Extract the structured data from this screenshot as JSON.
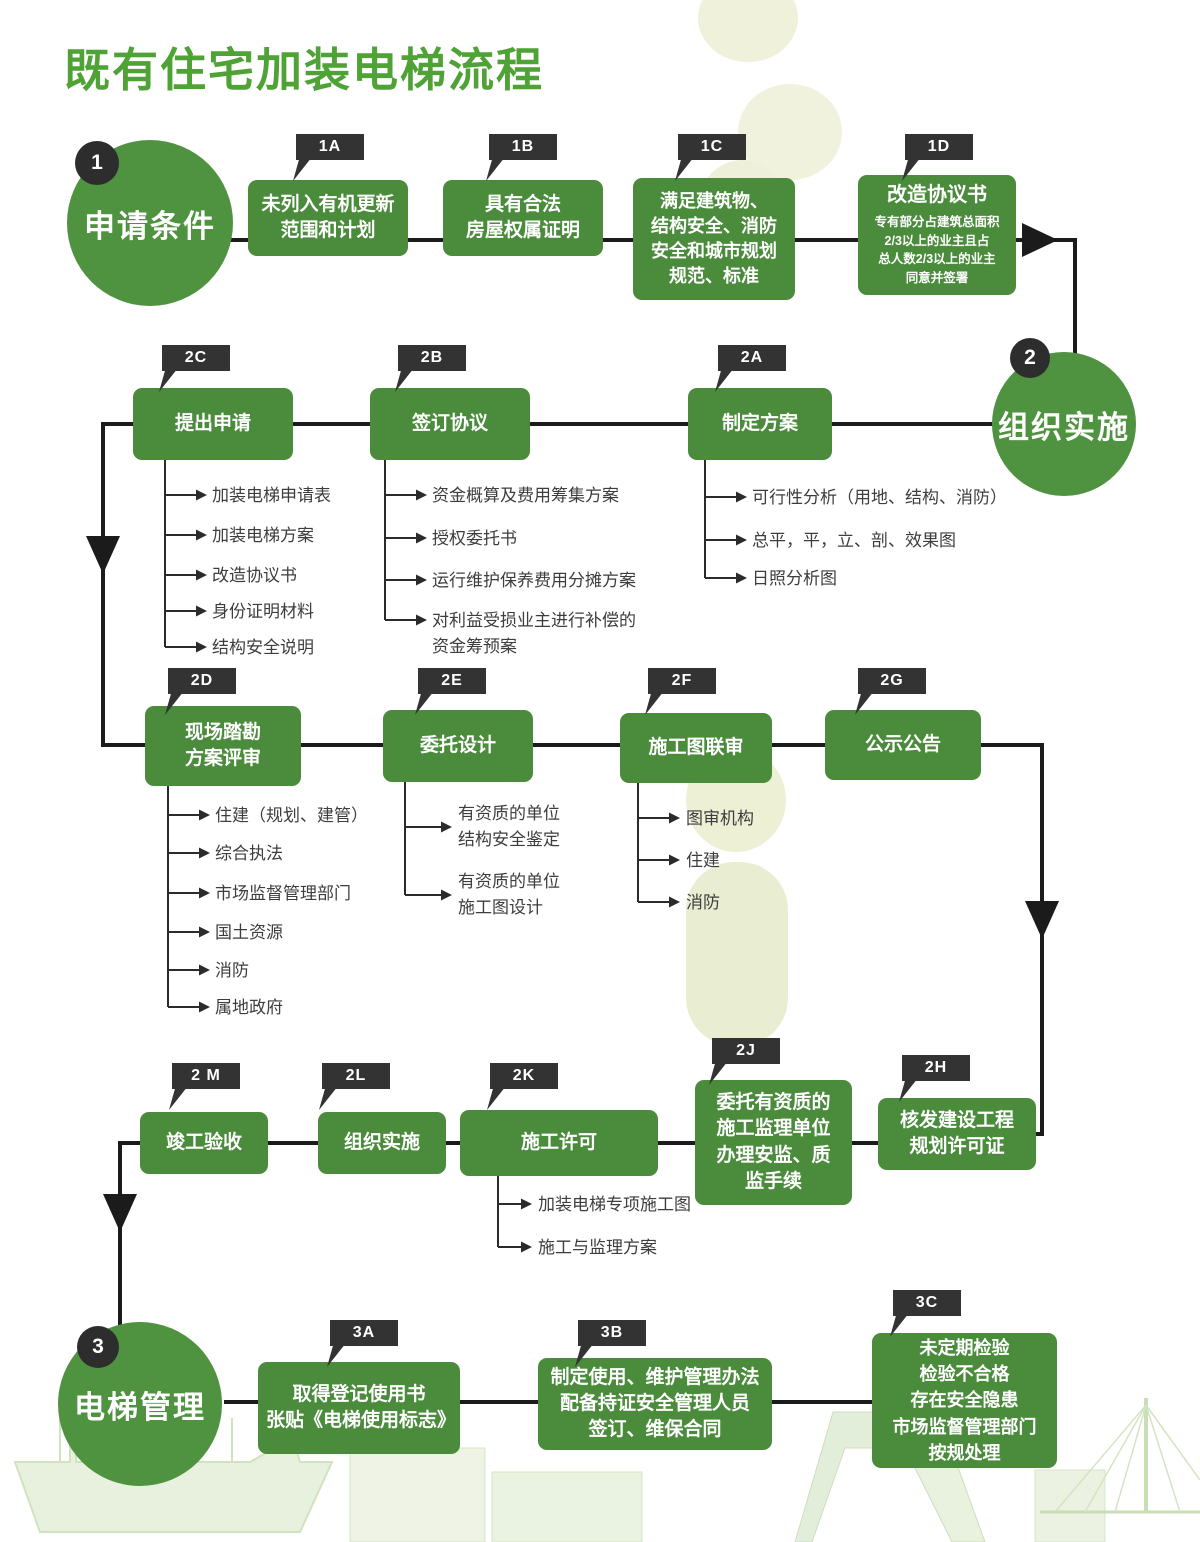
{
  "title": "既有住宅加装电梯流程",
  "colors": {
    "box_green": "#4a8b3c",
    "circle_green": "#4f9340",
    "title_green": "#4fa235",
    "flag_dark": "#333333",
    "line_dark": "#1b1b1b",
    "blob_pale": "#eef0d9"
  },
  "stages": {
    "s1": {
      "badge": "1",
      "label": "申请条件"
    },
    "s2": {
      "badge": "2",
      "label": "组织实施"
    },
    "s3": {
      "badge": "3",
      "label": "电梯管理"
    }
  },
  "flags": {
    "f1a": "1A",
    "f1b": "1B",
    "f1c": "1C",
    "f1d": "1D",
    "f2c": "2C",
    "f2b": "2B",
    "f2a": "2A",
    "f2d": "2D",
    "f2e": "2E",
    "f2f": "2F",
    "f2g": "2G",
    "f2m": "2 M",
    "f2l": "2L",
    "f2k": "2K",
    "f2j": "2J",
    "f2h": "2H",
    "f3a": "3A",
    "f3b": "3B",
    "f3c": "3C"
  },
  "boxes": {
    "b1a": "未列入有机更新\n范围和计划",
    "b1b": "具有合法\n房屋权属证明",
    "b1c": "满足建筑物、\n结构安全、消防\n安全和城市规划\n规范、标准",
    "b1d_title": "改造协议书",
    "b1d_sub": "专有部分占建筑总面积\n2/3以上的业主且占\n总人数2/3以上的业主\n同意并签署",
    "b2c": "提出申请",
    "b2b": "签订协议",
    "b2a": "制定方案",
    "b2d": "现场踏勘\n方案评审",
    "b2e": "委托设计",
    "b2f": "施工图联审",
    "b2g": "公示公告",
    "b2m": "竣工验收",
    "b2l": "组织实施",
    "b2k": "施工许可",
    "b2j": "委托有资质的\n施工监理单位\n办理安监、质\n监手续",
    "b2h": "核发建设工程\n规划许可证",
    "b3a": "取得登记使用书\n张贴《电梯使用标志》",
    "b3b": "制定使用、维护管理办法\n配备持证安全管理人员\n签订、维保合同",
    "b3c": "未定期检验\n检验不合格\n存在安全隐患\n市场监督管理部门\n按规处理"
  },
  "lists": {
    "under_2c": [
      "加装电梯申请表",
      "加装电梯方案",
      "改造协议书",
      "身份证明材料",
      "结构安全说明"
    ],
    "under_2b": [
      "资金概算及费用筹集方案",
      "授权委托书",
      "运行维护保养费用分摊方案",
      "对利益受损业主进行补偿的\n资金筹预案"
    ],
    "under_2a": [
      "可行性分析（用地、结构、消防）",
      "总平，平，立、剖、效果图",
      "日照分析图"
    ],
    "under_2d": [
      "住建（规划、建管）",
      "综合执法",
      "市场监督管理部门",
      "国土资源",
      "消防",
      "属地政府"
    ],
    "under_2e": [
      "有资质的单位\n结构安全鉴定",
      "有资质的单位\n施工图设计"
    ],
    "under_2f": [
      "图审机构",
      "住建",
      "消防"
    ],
    "under_2k": [
      "加装电梯专项施工图",
      "施工与监理方案"
    ]
  }
}
